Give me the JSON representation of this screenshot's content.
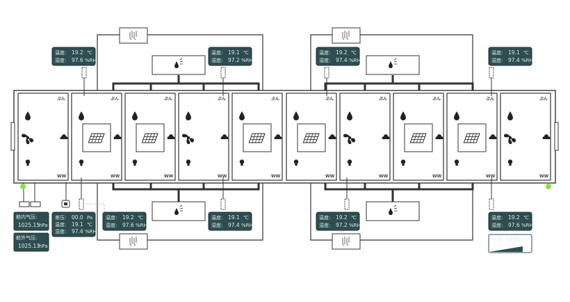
{
  "labels": {
    "temp": "温度:",
    "hum": "湿度:",
    "temp_unit": "℃",
    "hum_unit": "%RH",
    "diff": "差压:",
    "diff_unit": "Pa",
    "hpa": "hPa",
    "water": "水位:",
    "water_unit": "L",
    "inside_pressure": "舱内气压:",
    "outside_pressure": "舱外气压:",
    "room_top_tag": "ぷん",
    "room_bottom_tag": "WW"
  },
  "sensor_panels": [
    {
      "id": "tl1",
      "temp": "19.2",
      "hum": "97.6"
    },
    {
      "id": "tl2",
      "temp": "19.1",
      "hum": "97.2"
    },
    {
      "id": "tr1",
      "temp": "19.2",
      "hum": "97.4"
    },
    {
      "id": "tr2",
      "temp": "19.1",
      "hum": "97.4"
    },
    {
      "id": "bl1",
      "temp": "19.2",
      "hum": "97.6"
    },
    {
      "id": "bl2",
      "temp": "19.1",
      "hum": "97.4"
    },
    {
      "id": "br1",
      "temp": "19.2",
      "hum": "97.2"
    },
    {
      "id": "br2",
      "temp": "19.2",
      "hum": "97.6"
    }
  ],
  "diff_panel": {
    "pressure": "00.0",
    "temp": "19.1",
    "hum": "97.4"
  },
  "pressure_inside": "1025.15",
  "pressure_outside": "1025.13",
  "water_level": {
    "value": "1000",
    "fill_fraction": 0.8
  },
  "rooms": [
    {
      "type": "fan"
    },
    {
      "type": "filter"
    },
    {
      "type": "filter"
    },
    {
      "type": "fan"
    },
    {
      "type": "filter"
    },
    {
      "type": "filter"
    },
    {
      "type": "fan"
    },
    {
      "type": "filter"
    },
    {
      "type": "filter"
    },
    {
      "type": "fan"
    }
  ],
  "colors": {
    "line": "#333333",
    "panel_bg": "#2f4d50",
    "panel_text": "#d7ece8",
    "indicator_green": "#8ee04a"
  }
}
